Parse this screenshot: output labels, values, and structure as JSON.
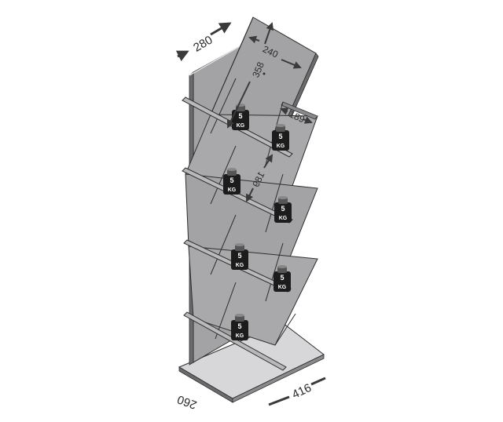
{
  "diagram": {
    "type": "product-dimension-drawing",
    "subject": "zig-zag tree bookshelf",
    "colors": {
      "panel_face": "#a3a3a5",
      "panel_light": "#c9c9cb",
      "base": "#d7d7d9",
      "edge": "#6b6b6d",
      "outline": "#2e2e2e",
      "weight": "#1c1c1c",
      "arrow": "#3a3a3a"
    },
    "dimensions": {
      "depth_top": "280",
      "width_top": "240",
      "height_top": "358",
      "shelf_width": "189",
      "shelf_spacing": "189",
      "base_width": "416",
      "base_depth": "260"
    },
    "weights": [
      {
        "value": "5",
        "unit": "KG"
      },
      {
        "value": "5",
        "unit": "KG"
      },
      {
        "value": "5",
        "unit": "KG"
      },
      {
        "value": "5",
        "unit": "KG"
      },
      {
        "value": "5",
        "unit": "KG"
      },
      {
        "value": "5",
        "unit": "KG"
      },
      {
        "value": "5",
        "unit": "KG"
      }
    ]
  }
}
